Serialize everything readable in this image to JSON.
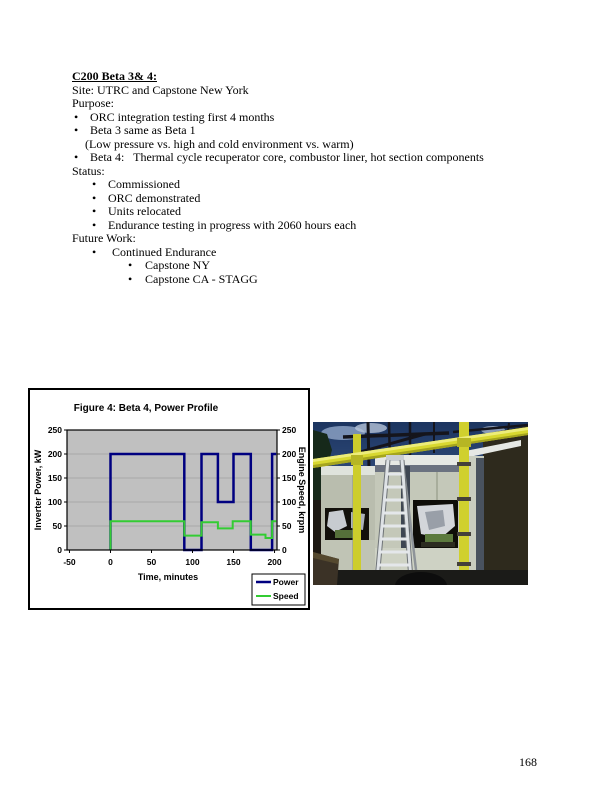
{
  "document": {
    "title": "C200 Beta 3& 4:",
    "site_line": "Site: UTRC and Capstone New York",
    "purpose": {
      "label": "Purpose:",
      "items": [
        "ORC integration testing first 4 months",
        "Beta 3 same as Beta 1",
        "Beta 4:   Thermal cycle recuperator core, combustor liner, hot section components"
      ],
      "note": "(Low pressure vs. high and cold environment vs. warm)"
    },
    "status": {
      "label": "Status:",
      "items": [
        "Commissioned",
        "ORC demonstrated",
        "Units relocated",
        "Endurance testing in progress with 2060 hours each"
      ]
    },
    "future_work": {
      "label": "Future Work:",
      "items": [
        "Continued Endurance"
      ],
      "subitems": [
        "Capstone NY",
        "Capstone CA - STAGG"
      ]
    },
    "page_number": "168"
  },
  "chart_data": {
    "type": "line",
    "title": "Figure 4: Beta 4, Power Profile",
    "xlabel": "Time, minutes",
    "ylabel_left": "Inverter Power, kW",
    "ylabel_right": "Engine Speed, krpm",
    "xlim": [
      -53,
      203
    ],
    "ylim": [
      0,
      250
    ],
    "xticks": [
      -50,
      0,
      50,
      100,
      150,
      200
    ],
    "yticks_left": [
      0,
      50,
      100,
      150,
      200,
      250
    ],
    "yticks_right": [
      0,
      50,
      100,
      150,
      200,
      250
    ],
    "plot_background": "#c0c0c0",
    "gridlines": "horizontal",
    "legend_position": "bottom-right",
    "series": [
      {
        "name": "Power",
        "axis": "left",
        "color": "#000080",
        "stroke_width": 2.5,
        "points": [
          [
            0,
            0
          ],
          [
            0,
            200
          ],
          [
            90,
            200
          ],
          [
            90,
            0
          ],
          [
            111,
            0
          ],
          [
            111,
            200
          ],
          [
            131,
            200
          ],
          [
            131,
            100
          ],
          [
            150,
            100
          ],
          [
            150,
            200
          ],
          [
            171,
            200
          ],
          [
            171,
            0
          ],
          [
            197,
            0
          ],
          [
            197,
            200
          ],
          [
            202,
            200
          ]
        ]
      },
      {
        "name": "Speed",
        "axis": "right",
        "color": "#33cc33",
        "stroke_width": 2,
        "points": [
          [
            0,
            0
          ],
          [
            0,
            60
          ],
          [
            90,
            60
          ],
          [
            90,
            30
          ],
          [
            111,
            30
          ],
          [
            111,
            58
          ],
          [
            131,
            58
          ],
          [
            131,
            45
          ],
          [
            149,
            45
          ],
          [
            149,
            60
          ],
          [
            171,
            60
          ],
          [
            171,
            32
          ],
          [
            189,
            32
          ],
          [
            189,
            25
          ],
          [
            197,
            25
          ],
          [
            197,
            60
          ],
          [
            202,
            60
          ]
        ]
      }
    ]
  }
}
